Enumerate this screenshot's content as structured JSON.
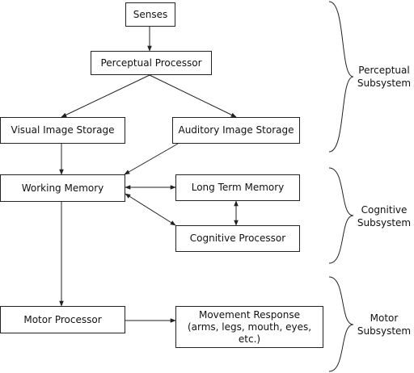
{
  "nodes": {
    "senses": "Senses",
    "perceptual_processor": "Perceptual Processor",
    "visual_image_storage": "Visual Image Storage",
    "auditory_image_storage": "Auditory Image Storage",
    "working_memory": "Working Memory",
    "long_term_memory": "Long Term Memory",
    "cognitive_processor": "Cognitive Processor",
    "motor_processor": "Motor Processor",
    "movement_response": {
      "line1": "Movement Response",
      "line2": "(arms, legs, mouth, eyes, etc.)"
    }
  },
  "subsystems": {
    "perceptual": {
      "line1": "Perceptual",
      "line2": "Subsystem"
    },
    "cognitive": {
      "line1": "Cognitive",
      "line2": "Subsystem"
    },
    "motor": {
      "line1": "Motor",
      "line2": "Subsystem"
    }
  },
  "colors": {
    "stroke": "#222222",
    "background": "#ffffff"
  }
}
